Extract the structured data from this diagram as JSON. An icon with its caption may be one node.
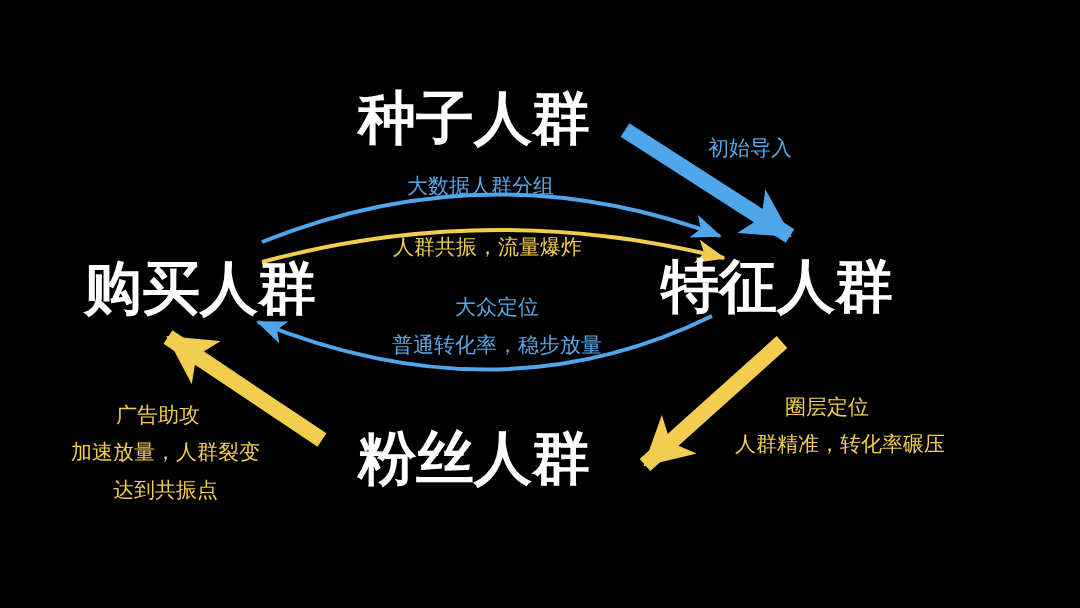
{
  "diagram": {
    "nodes": [
      {
        "text": [
          "种子人群"
        ]
      },
      {
        "text": [
          "特征人群"
        ]
      },
      {
        "text": [
          "粉丝人群"
        ]
      },
      {
        "text": [
          "购买人群"
        ]
      }
    ],
    "edges": [
      {
        "from": 0,
        "to": 1,
        "arrow": "to",
        "style": "thick",
        "color": "#4fa6ea"
      },
      {
        "from": 1,
        "to": 2,
        "arrow": "to",
        "style": "thick",
        "color": "#f3cd50"
      },
      {
        "from": 2,
        "to": 3,
        "arrow": "to",
        "style": "thick",
        "color": "#f3cd50"
      },
      {
        "from": 3,
        "to": 1,
        "arrow": "to",
        "color": "#4fa6ea"
      },
      {
        "from": 3,
        "to": 1,
        "arrow": "to",
        "color": "#f3cd50"
      },
      {
        "from": 1,
        "to": 3,
        "arrow": "to",
        "color": "#4fa6ea"
      }
    ],
    "labels": [
      "初始导入",
      "大数据人群分组",
      "人群共振，流量爆炸",
      "大众定位",
      "普通转化率，稳步放量",
      "圈层定位",
      "人群精准，转化率碾压",
      "广告助攻",
      "加速放量，人群裂变",
      "达到共振点"
    ]
  }
}
